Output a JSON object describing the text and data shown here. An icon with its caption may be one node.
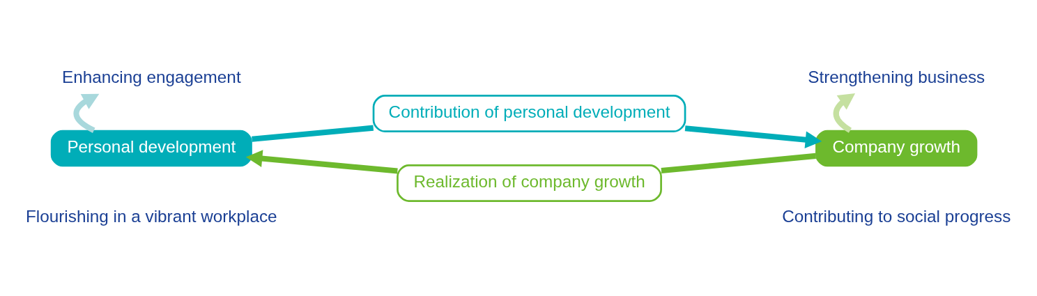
{
  "diagram": {
    "nodes": [
      {
        "text": [
          "Enhancing engagement"
        ]
      },
      {
        "text": [
          "Personal development"
        ]
      },
      {
        "text": [
          "Contribution of personal development"
        ]
      },
      {
        "text": [
          "Strengthening business"
        ]
      },
      {
        "text": [
          "Company growth"
        ]
      },
      {
        "text": [
          "Realization of company growth"
        ]
      }
    ],
    "edges": [
      {
        "from": 1,
        "to": 2,
        "arrow": "none",
        "color": "#00adb8"
      },
      {
        "from": 2,
        "to": 4,
        "arrow": "to",
        "color": "#00adb8"
      },
      {
        "from": 4,
        "to": 5,
        "arrow": "none",
        "color": "#6db92d"
      },
      {
        "from": 5,
        "to": 1,
        "arrow": "to",
        "color": "#6db92d"
      },
      {
        "from": 1,
        "to": 0,
        "arrow": "to",
        "color": "#a8d8dc"
      },
      {
        "from": 4,
        "to": 3,
        "arrow": "to",
        "color": "#c5e0a0"
      }
    ],
    "labels": [
      "Flourishing in a vibrant workplace",
      "Contributing to social progress"
    ]
  }
}
